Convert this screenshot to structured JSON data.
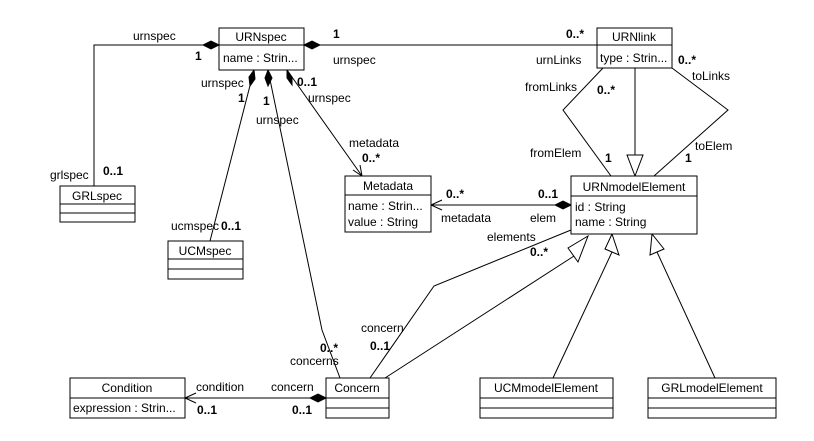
{
  "classes": {
    "urnspec": {
      "name": "URNspec",
      "attrs": [
        "name : Strin..."
      ]
    },
    "urnlink": {
      "name": "URNlink",
      "attrs": [
        "type : Strin..."
      ]
    },
    "grlspec": {
      "name": "GRLspec",
      "attrs": []
    },
    "ucmspec": {
      "name": "UCMspec",
      "attrs": []
    },
    "metadata": {
      "name": "Metadata",
      "attrs": [
        "name : Strin...",
        "value : String"
      ]
    },
    "urnmodelelement": {
      "name": "URNmodelElement",
      "attrs": [
        "id : String",
        "name : String"
      ]
    },
    "condition": {
      "name": "Condition",
      "attrs": [
        "expression : Strin..."
      ]
    },
    "concern": {
      "name": "Concern",
      "attrs": []
    },
    "ucmmodelelement": {
      "name": "UCMmodelElement",
      "attrs": []
    },
    "grlmodelelement": {
      "name": "GRLmodelElement",
      "attrs": []
    }
  },
  "labels": {
    "urnspec_grl_role_top": "urnspec",
    "urnspec_grl_mult_top": "1",
    "grlspec_role": "grlspec",
    "grlspec_mult": "0..1",
    "urnspec_link_mult_left": "1",
    "urnspec_link_role": "urnspec",
    "urnlinks_mult": "0..*",
    "urnlinks_role": "urnLinks",
    "urnspec_ucm_role": "urnspec",
    "urnspec_ucm_mult": "1",
    "ucmspec_role": "ucmspec",
    "ucmspec_mult": "0..1",
    "urnspec_concern_mult": "1",
    "urnspec_concern_role": "urnspec",
    "urnspec_meta_mult": "0..1",
    "urnspec_meta_role": "urnspec",
    "metadata_role_top": "metadata",
    "metadata_mult_top": "0..*",
    "fromlinks_role": "fromLinks",
    "fromlinks_mult": "0..*",
    "fromelem_role": "fromElem",
    "fromelem_mult": "1",
    "tolinks_mult": "0..*",
    "tolinks_role": "toLinks",
    "toelem_role": "toElem",
    "toelem_mult": "1",
    "metadata_mult_right": "0..*",
    "metadata_role_right": "metadata",
    "elem_mult": "0..1",
    "elem_role": "elem",
    "elements_role": "elements",
    "elements_mult": "0..*",
    "concern_role_mid": "concern",
    "concern_mult_mid": "0..1",
    "concerns_mult": "0..*",
    "concerns_role": "concerns",
    "condition_role": "condition",
    "condition_mult": "0..1",
    "concern_role_bottom": "concern",
    "concern_mult_bottom": "0..1"
  }
}
